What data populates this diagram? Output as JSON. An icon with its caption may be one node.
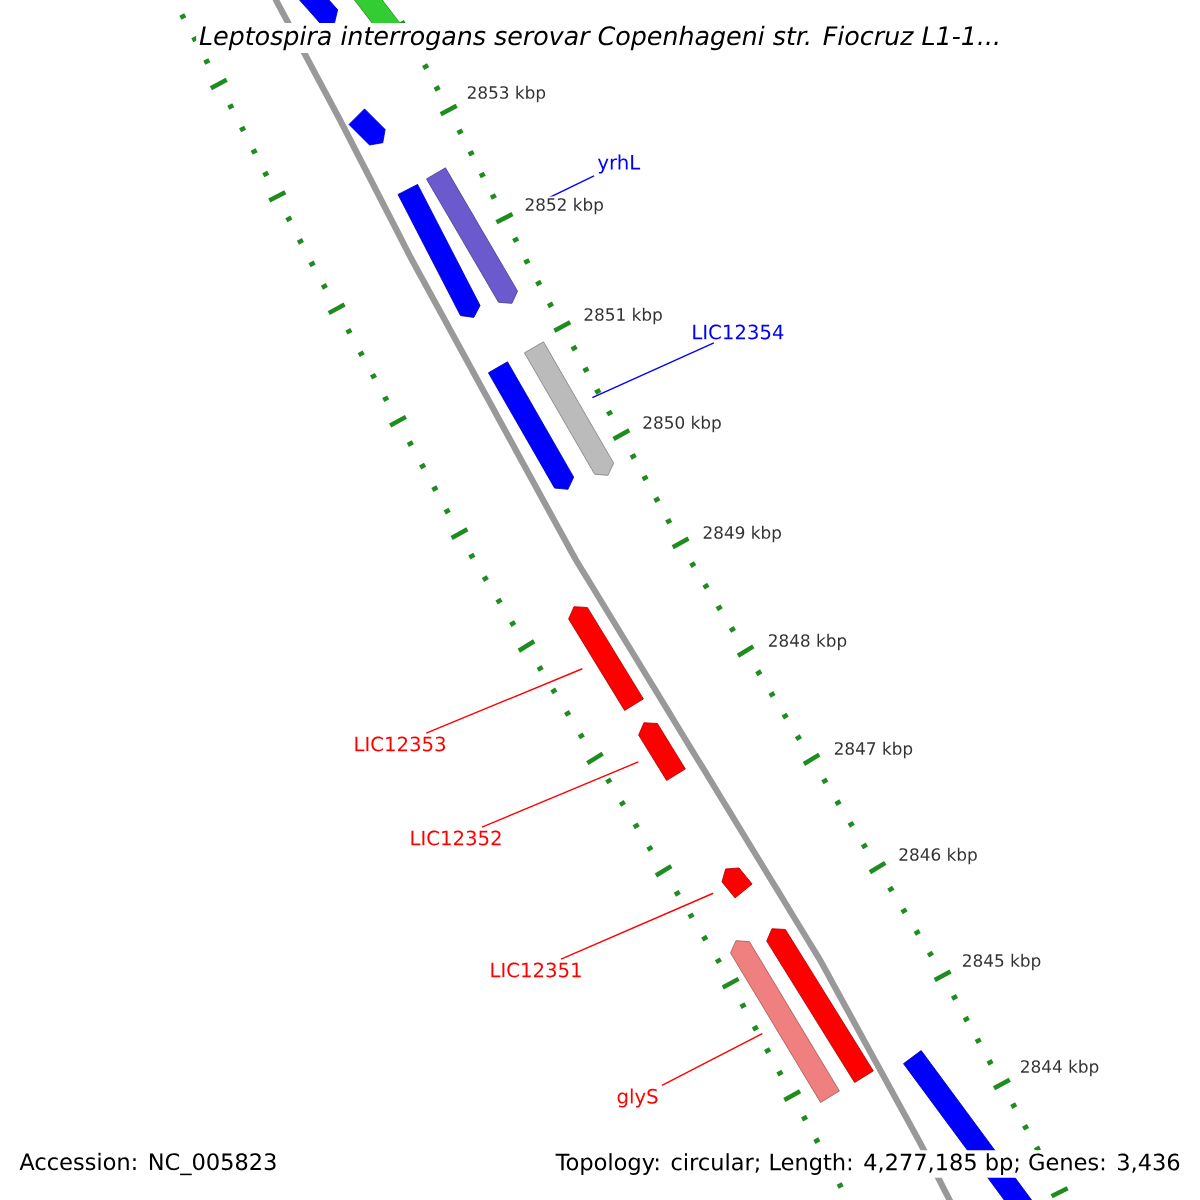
{
  "diagram": {
    "title": "Leptospira interrogans serovar Copenhageni str. Fiocruz L1-1...",
    "nodes": [
      {
        "text": [
          "yrhL"
        ]
      },
      {
        "text": [],
        "shape": "bar"
      },
      {
        "text": [
          "LIC12354"
        ]
      },
      {
        "text": [],
        "shape": "bar"
      },
      {
        "text": [
          "LIC12353"
        ]
      },
      {
        "text": [],
        "shape": "bar"
      },
      {
        "text": [
          "LIC12352"
        ]
      },
      {
        "text": [],
        "shape": "bar"
      },
      {
        "text": [
          "LIC12351"
        ]
      },
      {
        "text": [],
        "shape": "bar"
      },
      {
        "text": [
          "glyS"
        ]
      },
      {
        "text": [],
        "shape": "bar"
      }
    ],
    "edges": [
      {
        "from": 0,
        "to": 1,
        "arrow": "none",
        "color": "#0000ff"
      },
      {
        "from": 2,
        "to": 3,
        "arrow": "none",
        "color": "#0000ff"
      },
      {
        "from": 4,
        "to": 5,
        "arrow": "none"
      },
      {
        "from": 6,
        "to": 7,
        "arrow": "none"
      },
      {
        "from": 8,
        "to": 9,
        "arrow": "none"
      },
      {
        "from": 10,
        "to": 11,
        "arrow": "none"
      }
    ],
    "labels": [
      "2853 kbp",
      "2852 kbp",
      "2851 kbp",
      "2850 kbp",
      "2849 kbp",
      "2848 kbp",
      "2847 kbp",
      "2846 kbp",
      "2845 kbp",
      "2844 kbp",
      "Accession: NC_005823",
      "Topology: circular; Length: 4,277,185 bp; Genes: 3,436"
    ]
  }
}
